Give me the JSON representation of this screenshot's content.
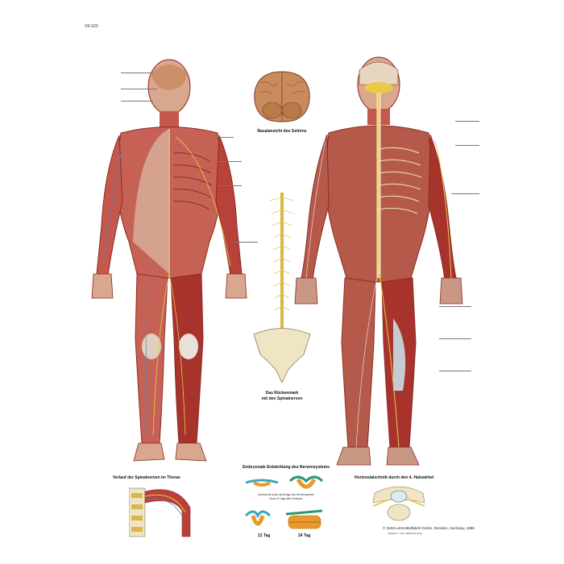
{
  "chart": {
    "code": "VR 620",
    "copyright": "© DHM Lehrmittelfabrik GmbH, Dresden, Germany, 1995",
    "credit": "Entwurf u. Text: Wilfried Koenig",
    "colors": {
      "muscle": "#b8413a",
      "muscle_dark": "#8c2a24",
      "skin": "#d9a78d",
      "nerve": "#e8c94a",
      "bone": "#efe4c4",
      "vessel": "#4a8fb5",
      "brain": "#c98a5e",
      "embryo_orange": "#e89a2a",
      "embryo_green": "#2f9a6e",
      "embryo_teal": "#3aa6b9",
      "background": "#ffffff"
    }
  },
  "figures": {
    "anterior": {
      "name": "Anterior view of the nervous system (front)"
    },
    "posterior": {
      "name": "Posterior view of the nervous system (back)"
    },
    "brain": {
      "caption": "Basalansicht des Gehirns"
    },
    "spinal_cord": {
      "caption_line1": "Das Rückenmark",
      "caption_line2": "mit den Spinalnerven"
    },
    "thorax": {
      "caption": "Verlauf der Spinalnerven im Thorax"
    },
    "embryo": {
      "caption": "Embryonale Entwicklung des Nervensystems",
      "sub_caption_line1": "Querschnitt durch die Anlage des Nervensystems",
      "sub_caption_line2": "eines 20 Tage alten Embryos",
      "day21": "21 Tag",
      "day24": "24 Tag"
    },
    "cross_section": {
      "caption": "Horizontalschnitt durch den 4. Halswirbel"
    }
  }
}
